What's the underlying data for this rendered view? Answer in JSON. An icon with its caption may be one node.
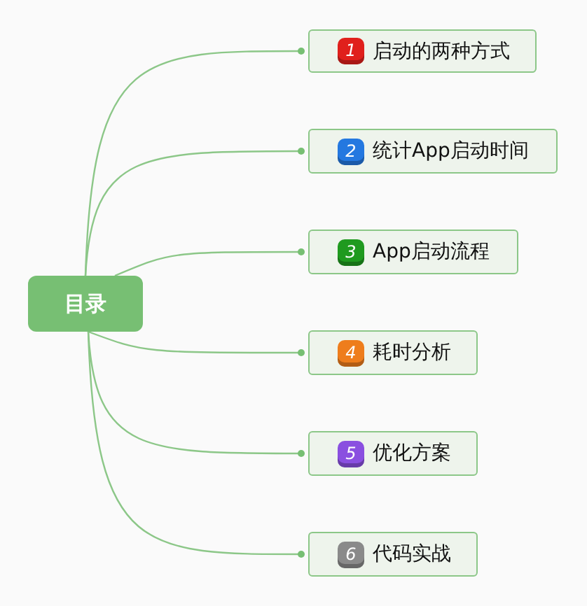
{
  "diagram": {
    "nodes": [
      {
        "text": [
          "目录"
        ]
      },
      {
        "text": [
          "1",
          "启动的两种方式"
        ]
      },
      {
        "text": [
          "2",
          "统计App启动时间"
        ]
      },
      {
        "text": [
          "3",
          "App启动流程"
        ]
      },
      {
        "text": [
          "4",
          "耗时分析"
        ]
      },
      {
        "text": [
          "5",
          "优化方案"
        ]
      },
      {
        "text": [
          "6",
          "代码实战"
        ]
      }
    ],
    "edges": [
      {
        "from": 0,
        "to": 1,
        "arrow": "other"
      },
      {
        "from": 0,
        "to": 2,
        "arrow": "other"
      },
      {
        "from": 0,
        "to": 3,
        "arrow": "other"
      },
      {
        "from": 0,
        "to": 4,
        "arrow": "other"
      },
      {
        "from": 0,
        "to": 5,
        "arrow": "other"
      },
      {
        "from": 0,
        "to": 6,
        "arrow": "other"
      }
    ]
  }
}
